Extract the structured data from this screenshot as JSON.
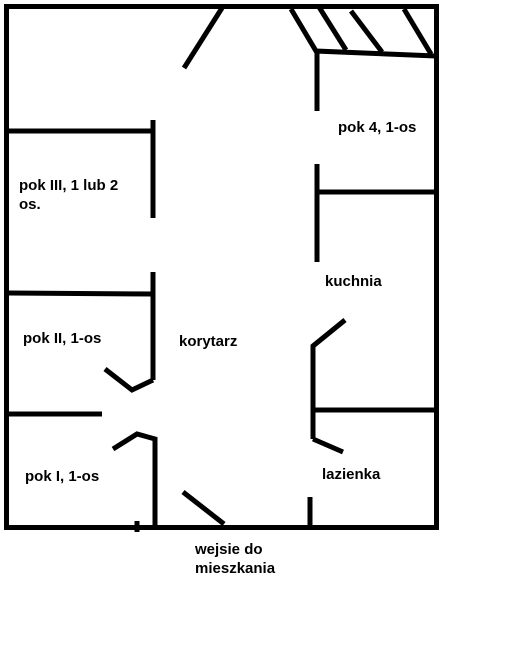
{
  "rooms": {
    "pok4": "pok 4, 1-os",
    "pok3_line1": "pok III, 1 lub 2",
    "pok3_line2": "os.",
    "kuchnia": "kuchnia",
    "pok2": "pok II, 1-os",
    "korytarz": "korytarz",
    "pok1": "pok I, 1-os",
    "lazienka": "lazienka"
  },
  "entrance": {
    "line1": "wejsie do",
    "line2": "mieszkania"
  },
  "colors": {
    "ink": "#000000",
    "paper": "#ffffff"
  }
}
